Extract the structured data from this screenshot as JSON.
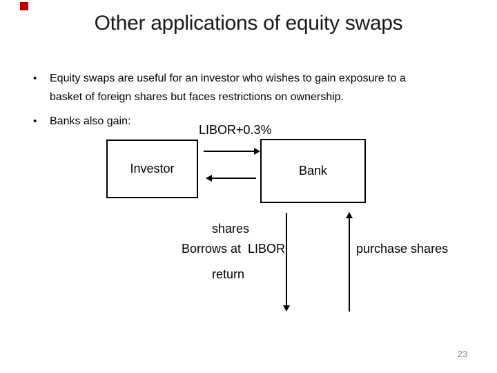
{
  "slide": {
    "title": "Other applications of equity swaps",
    "bullet_char": "•",
    "bullets": [
      {
        "lines": [
          "Equity swaps are useful for an investor who wishes to gain exposure to a",
          "basket of foreign shares but faces restrictions on ownership."
        ]
      },
      {
        "lines": [
          "Banks also gain:"
        ]
      }
    ],
    "page_number": "23"
  },
  "diagram": {
    "top_flow_label": "LIBOR+0.3%",
    "investor_box_label": "Investor",
    "bank_box_label": "Bank",
    "return_label_line1": "shares",
    "return_label_line2": "return",
    "left_down_arrow_label": "Borrows at  LIBOR",
    "right_up_arrow_label": "purchase shares"
  },
  "colors": {
    "accent_red": "#c00000",
    "text_black": "#000000",
    "page_number_gray": "#8a8a8a"
  }
}
